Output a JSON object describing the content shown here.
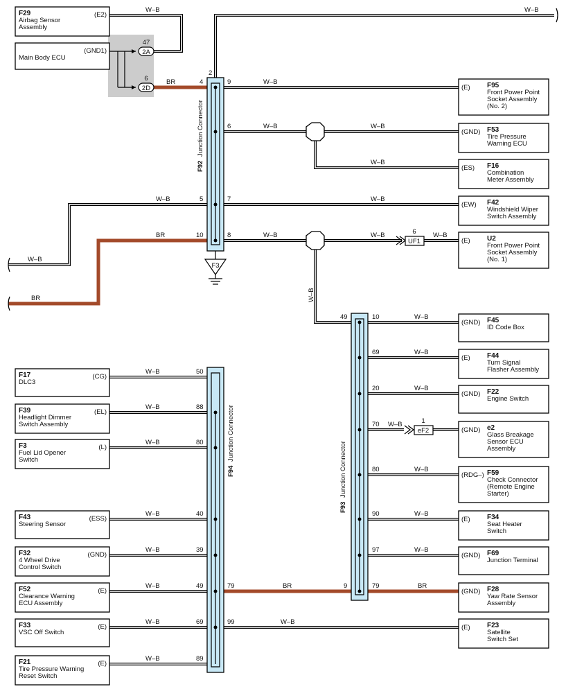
{
  "components": {
    "F29": {
      "code": "F29",
      "name1": "Airbag Sensor",
      "name2": "Assembly",
      "pin": "(E2)"
    },
    "MAIN": {
      "name1": "Main Body ECU",
      "pin": "(GND1)"
    },
    "F95": {
      "code": "F95",
      "name1": "Front Power Point",
      "name2": "Socket Assembly",
      "name3": "(No. 2)",
      "pin": "(E)"
    },
    "F53": {
      "code": "F53",
      "name1": "Tire Pressure",
      "name2": "Warning ECU",
      "pin": "(GND)"
    },
    "F16": {
      "code": "F16",
      "name1": "Combination",
      "name2": "Meter Assembly",
      "pin": "(ES)"
    },
    "F42": {
      "code": "F42",
      "name1": "Windshield Wiper",
      "name2": "Switch Assembly",
      "pin": "(EW)"
    },
    "U2": {
      "code": "U2",
      "name1": "Front Power Point",
      "name2": "Socket Assembly",
      "name3": "(No. 1)",
      "pin": "(E)"
    },
    "F45": {
      "code": "F45",
      "name1": "ID Code Box",
      "pin": "(GND)"
    },
    "F44": {
      "code": "F44",
      "name1": "Turn Signal",
      "name2": "Flasher Assembly",
      "pin": "(E)"
    },
    "F22": {
      "code": "F22",
      "name1": "Engine Switch",
      "pin": "(GND)"
    },
    "e2": {
      "code": "e2",
      "name1": "Glass Breakage",
      "name2": "Sensor ECU",
      "name3": "Assembly",
      "pin": "(GND)"
    },
    "F59": {
      "code": "F59",
      "name1": "Check Connector",
      "name2": "(Remote Engine",
      "name3": "Starter)",
      "pin": "(RDG–)"
    },
    "F34": {
      "code": "F34",
      "name1": "Seat Heater",
      "name2": "Switch",
      "pin": "(E)"
    },
    "F69": {
      "code": "F69",
      "name1": "Junction Terminal",
      "pin": "(GND)"
    },
    "F28": {
      "code": "F28",
      "name1": "Yaw Rate Sensor",
      "name2": "Assembly",
      "pin": "(GND)"
    },
    "F23": {
      "code": "F23",
      "name1": "Satellite",
      "name2": "Switch Set",
      "pin": "(E)"
    },
    "F17": {
      "code": "F17",
      "name1": "DLC3",
      "pin": "(CG)"
    },
    "F39": {
      "code": "F39",
      "name1": "Headlight Dimmer",
      "name2": "Switch Assembly",
      "pin": "(EL)"
    },
    "F3": {
      "code": "F3",
      "name1": "Fuel Lid Opener",
      "name2": "Switch",
      "pin": "(L)"
    },
    "F43": {
      "code": "F43",
      "name1": "Steering Sensor",
      "pin": "(ESS)"
    },
    "F32": {
      "code": "F32",
      "name1": "4 Wheel Drive",
      "name2": "Control Switch",
      "pin": "(GND)"
    },
    "F52": {
      "code": "F52",
      "name1": "Clearance Warning",
      "name2": "ECU Assembly",
      "pin": "(E)"
    },
    "F33": {
      "code": "F33",
      "name1": "VSC Off Switch",
      "pin": "(E)"
    },
    "F21": {
      "code": "F21",
      "name1": "Tire Pressure Warning",
      "name2": "Reset Switch",
      "pin": "(E)"
    }
  },
  "junctions": {
    "F92": {
      "code": "F92",
      "label": "Junction Connector"
    },
    "F93": {
      "code": "F93",
      "label": "Junction Connector"
    },
    "F94": {
      "code": "F94",
      "label": "Junction Connector"
    }
  },
  "connectors": {
    "c2A": {
      "label": "2A",
      "pin": "47"
    },
    "c2D": {
      "label": "2D",
      "pin": "6"
    },
    "UF1": {
      "label": "UF1",
      "pin": "6"
    },
    "eF2": {
      "label": "eF2",
      "pin": "1"
    }
  },
  "ground": {
    "label": "F3"
  },
  "wire_colors": {
    "wb": "W–B",
    "br": "BR",
    "br_hex": "#a34a2a",
    "junction_fill": "#c8e8f6"
  },
  "f92_pins": {
    "p2": "2",
    "p4": "4",
    "p9": "9",
    "p6": "6",
    "p5": "5",
    "p7": "7",
    "p10": "10",
    "p8": "8"
  },
  "f93_pins": {
    "p49": "49",
    "p10": "10",
    "p69": "69",
    "p20": "20",
    "p70": "70",
    "p80": "80",
    "p90": "90",
    "p97": "97",
    "p9": "9",
    "p79": "79"
  },
  "f94_pins": {
    "p50": "50",
    "p88": "88",
    "p80": "80",
    "p40": "40",
    "p39": "39",
    "p49": "49",
    "p79": "79",
    "p69": "69",
    "p99": "99",
    "p89": "89"
  }
}
